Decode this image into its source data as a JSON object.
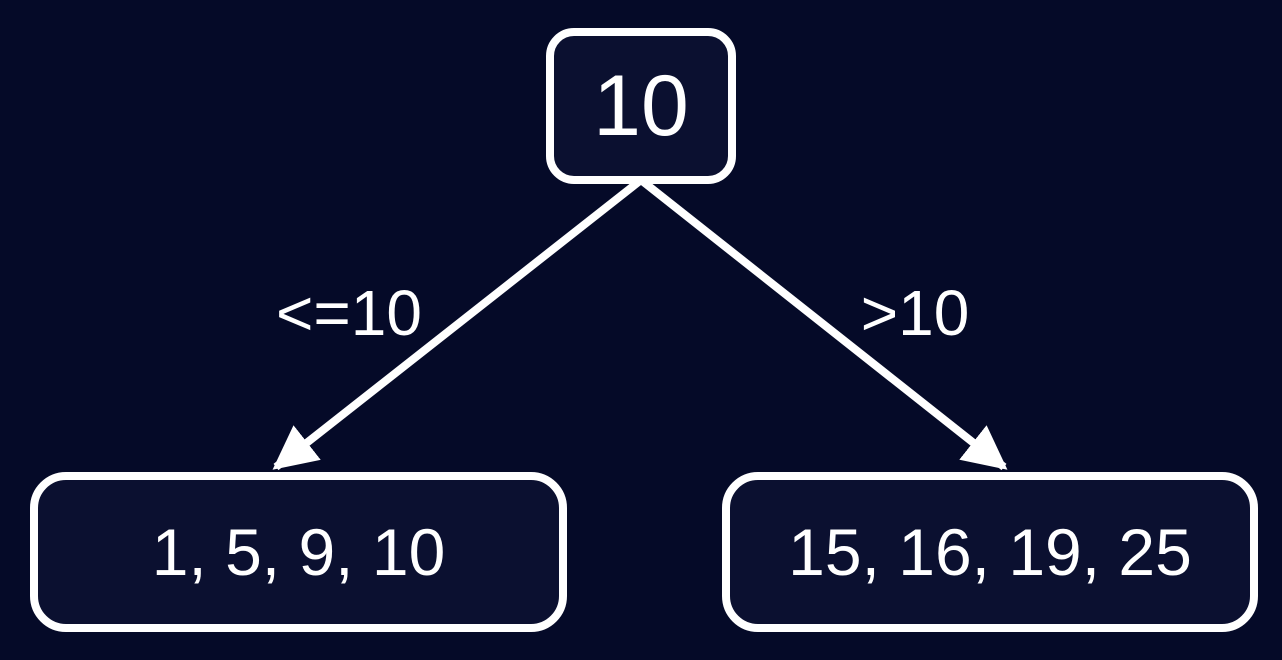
{
  "diagram": {
    "type": "binary-tree",
    "colors": {
      "background": "#050a28",
      "node_fill": "#0b1030",
      "stroke": "#ffffff",
      "text": "#ffffff"
    },
    "root": {
      "label": "10"
    },
    "edges": [
      {
        "label": "<=10"
      },
      {
        "label": ">10"
      }
    ],
    "leaves": [
      {
        "label": "1, 5, 9, 10"
      },
      {
        "label": "15, 16, 19, 25"
      }
    ]
  }
}
